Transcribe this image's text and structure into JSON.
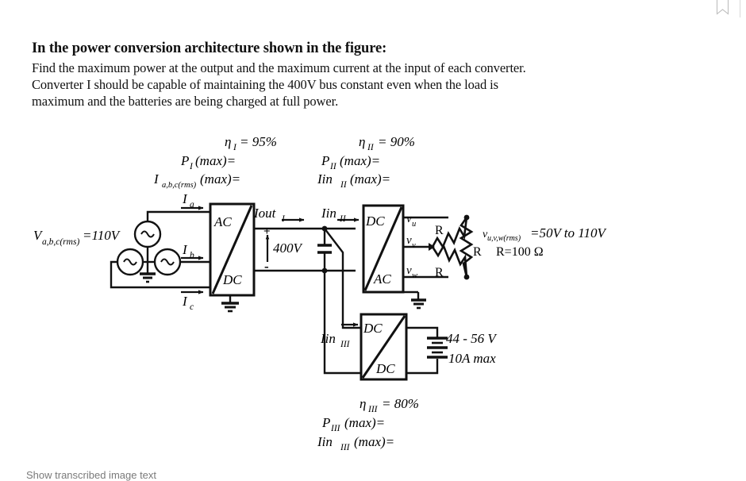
{
  "top_chrome": {
    "bookmark_icon": "bookmark-icon",
    "divider": "vertical-divider"
  },
  "question": {
    "heading": "In the power conversion architecture shown in the figure:",
    "line1": "Find the maximum power at the output and the maximum current at the input of each converter.",
    "line2": "Converter I should be capable of maintaining the 400V bus constant even when the load is",
    "line3": "maximum and the batteries are being charged at full power."
  },
  "figure": {
    "source": {
      "voltage_label_main": "V",
      "voltage_label_sub": "a,b,c(rms)",
      "voltage_label_value": "=110V",
      "phase_a_current": "I",
      "phase_a_sub": "a",
      "phase_b_current": "I",
      "phase_b_sub": "b",
      "phase_c_current": "I",
      "phase_c_sub": "c"
    },
    "converter_1": {
      "top_label": "AC",
      "bottom_label": "DC",
      "eta_symbol": "η",
      "eta_sub": "I",
      "eta_value": "= 95%",
      "pmax_symbol": "P",
      "pmax_sub": "I",
      "pmax_text": "(max)=",
      "iin_symbol": "I",
      "iin_sub": "a,b,c(rms)",
      "iin_text": "(max)="
    },
    "dc_bus": {
      "iout_label": "Iout",
      "iout_sub": "I",
      "bus_voltage": "400V",
      "plus": "+",
      "minus": "-"
    },
    "converter_2": {
      "top_label": "DC",
      "bottom_label": "AC",
      "input_current": "Iin",
      "input_current_sub": "II",
      "eta_symbol": "η",
      "eta_sub": "II",
      "eta_value": "= 90%",
      "pmax_symbol": "P",
      "pmax_sub": "II",
      "pmax_text": "(max)=",
      "iin_symbol": "Iin",
      "iin_sub": "II",
      "iin_text": "(max)="
    },
    "load": {
      "phase_u": "v",
      "phase_u_sub": "u",
      "phase_v": "v",
      "phase_v_sub": "v",
      "phase_w": "v",
      "phase_w_sub": "w",
      "r1": "R",
      "r2": "R",
      "r3": "R",
      "voltage_symbol": "v",
      "voltage_sub": "u,v,w(rms)",
      "voltage_value": "=50V to 110V",
      "resistance_value": "R=100 Ω"
    },
    "converter_3": {
      "top_label": "DC",
      "bottom_label": "DC",
      "input_current": "Iin",
      "input_current_sub": "III",
      "eta_symbol": "η",
      "eta_sub": "III",
      "eta_value": "= 80%",
      "pmax_symbol": "P",
      "pmax_sub": "III",
      "pmax_text": "(max)=",
      "iin_symbol": "Iin",
      "iin_sub": "III",
      "iin_text": "(max)="
    },
    "battery": {
      "voltage_range": "44 - 56 V",
      "current_max": "10A max"
    }
  },
  "footer": {
    "transcribe_link": "Show transcribed image text"
  }
}
